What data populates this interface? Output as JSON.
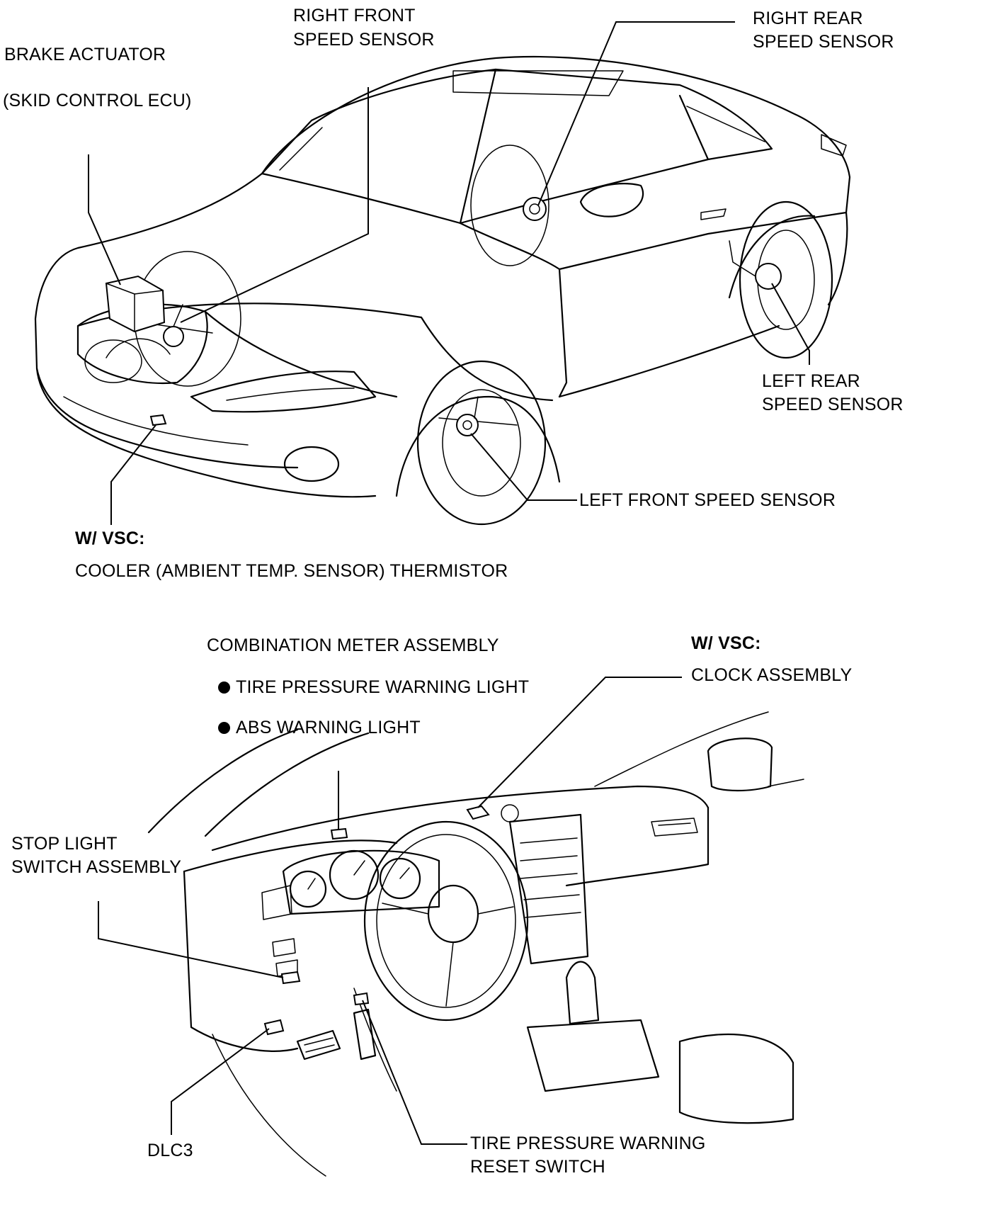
{
  "labels": {
    "brake_actuator": "BRAKE ACTUATOR",
    "skid_control_ecu": "(SKID CONTROL ECU)",
    "right_front_line1": "RIGHT FRONT",
    "right_front_line2": "SPEED SENSOR",
    "right_rear_line1": "RIGHT REAR",
    "right_rear_line2": "SPEED SENSOR",
    "left_rear_line1": "LEFT REAR",
    "left_rear_line2": "SPEED SENSOR",
    "left_front": "LEFT FRONT SPEED SENSOR",
    "wvsc_1": "W/ VSC:",
    "cooler_thermistor": "COOLER (AMBIENT TEMP. SENSOR) THERMISTOR",
    "combination_meter": "COMBINATION METER ASSEMBLY",
    "tire_pressure_light": "TIRE PRESSURE WARNING LIGHT",
    "abs_light": "ABS WARNING LIGHT",
    "wvsc_2": "W/ VSC:",
    "clock_assembly": "CLOCK ASSEMBLY",
    "stop_light_line1": "STOP LIGHT",
    "stop_light_line2": "SWITCH ASSEMBLY",
    "dlc3": "DLC3",
    "tp_reset_line1": "TIRE PRESSURE WARNING",
    "tp_reset_line2": "RESET SWITCH"
  }
}
